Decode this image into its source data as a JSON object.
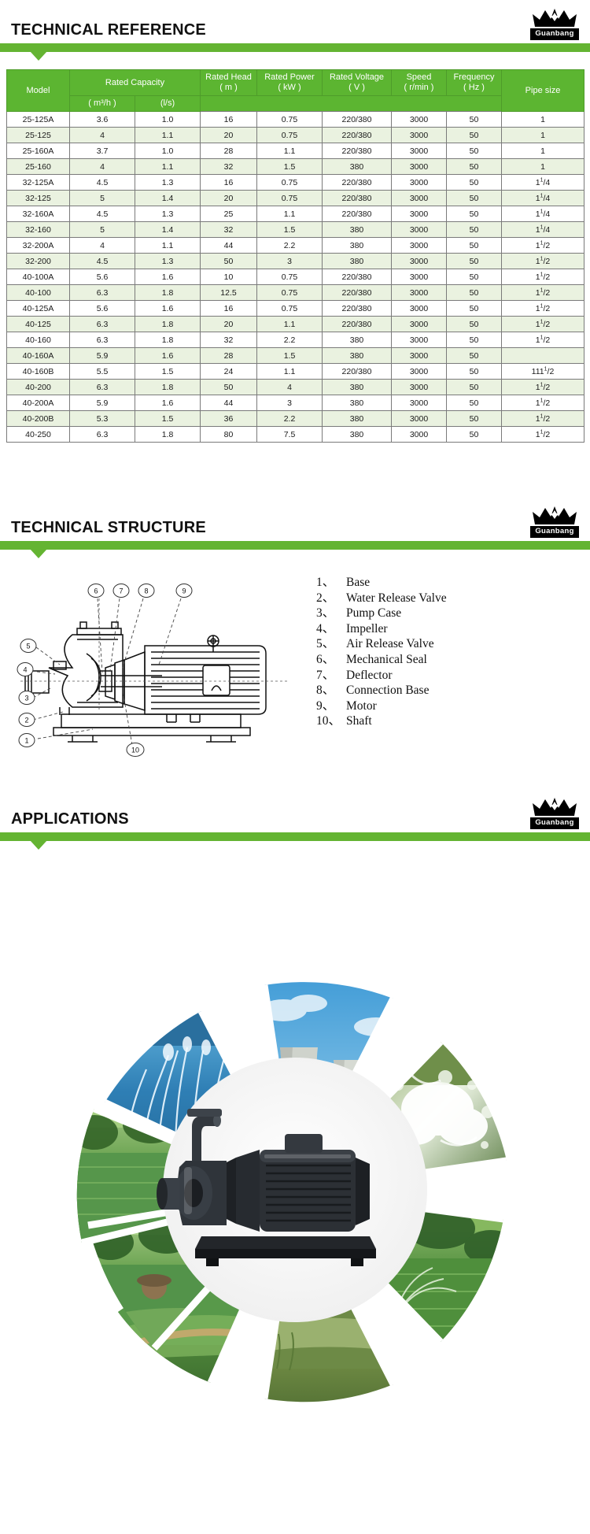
{
  "brand": {
    "name": "Guanbang",
    "accent": "#64b432",
    "header_green": "#5cb531",
    "row_alt": "#eaf2e0"
  },
  "sections": [
    {
      "id": "technical-reference",
      "title": "TECHNICAL REFERENCE"
    },
    {
      "id": "technical-structure",
      "title": "TECHNICAL STRUCTURE"
    },
    {
      "id": "applications",
      "title": "APPLICATIONS"
    }
  ],
  "spec_table": {
    "group_headers": [
      {
        "label": "Model",
        "rowspan": 2
      },
      {
        "label": "Rated Capacity",
        "colspan": 2
      },
      {
        "label": "Rated Head",
        "unit": "( m )"
      },
      {
        "label": "Rated Power",
        "unit": "( kW )"
      },
      {
        "label": "Rated Voltage",
        "unit": "( V )"
      },
      {
        "label": "Speed",
        "unit": "( r/min )"
      },
      {
        "label": "Frequency",
        "unit": "( Hz )"
      },
      {
        "label": "Pipe size",
        "rowspan": 2
      }
    ],
    "sub_headers": [
      "( m³/h )",
      "(l/s)"
    ],
    "columns": [
      "Model",
      "Capacity m3h",
      "Capacity ls",
      "Rated Head m",
      "Rated Power kW",
      "Rated Voltage V",
      "Speed rmin",
      "Frequency Hz",
      "Pipe size"
    ],
    "rows": [
      {
        "model": "25-125A",
        "m3h": "3.6",
        "ls": "1.0",
        "head": "16",
        "power": "0.75",
        "voltage": "220/380",
        "speed": "3000",
        "freq": "50",
        "pipe_whole": "1",
        "pipe_sup": "",
        "pipe_rest": ""
      },
      {
        "model": "25-125",
        "m3h": "4",
        "ls": "1.1",
        "head": "20",
        "power": "0.75",
        "voltage": "220/380",
        "speed": "3000",
        "freq": "50",
        "pipe_whole": "1",
        "pipe_sup": "",
        "pipe_rest": ""
      },
      {
        "model": "25-160A",
        "m3h": "3.7",
        "ls": "1.0",
        "head": "28",
        "power": "1.1",
        "voltage": "220/380",
        "speed": "3000",
        "freq": "50",
        "pipe_whole": "1",
        "pipe_sup": "",
        "pipe_rest": ""
      },
      {
        "model": "25-160",
        "m3h": "4",
        "ls": "1.1",
        "head": "32",
        "power": "1.5",
        "voltage": "380",
        "speed": "3000",
        "freq": "50",
        "pipe_whole": "1",
        "pipe_sup": "",
        "pipe_rest": ""
      },
      {
        "model": "32-125A",
        "m3h": "4.5",
        "ls": "1.3",
        "head": "16",
        "power": "0.75",
        "voltage": "220/380",
        "speed": "3000",
        "freq": "50",
        "pipe_whole": "1",
        "pipe_sup": "1",
        "pipe_rest": "/4"
      },
      {
        "model": "32-125",
        "m3h": "5",
        "ls": "1.4",
        "head": "20",
        "power": "0.75",
        "voltage": "220/380",
        "speed": "3000",
        "freq": "50",
        "pipe_whole": "1",
        "pipe_sup": "1",
        "pipe_rest": "/4"
      },
      {
        "model": "32-160A",
        "m3h": "4.5",
        "ls": "1.3",
        "head": "25",
        "power": "1.1",
        "voltage": "220/380",
        "speed": "3000",
        "freq": "50",
        "pipe_whole": "1",
        "pipe_sup": "1",
        "pipe_rest": "/4"
      },
      {
        "model": "32-160",
        "m3h": "5",
        "ls": "1.4",
        "head": "32",
        "power": "1.5",
        "voltage": "380",
        "speed": "3000",
        "freq": "50",
        "pipe_whole": "1",
        "pipe_sup": "1",
        "pipe_rest": "/4"
      },
      {
        "model": "32-200A",
        "m3h": "4",
        "ls": "1.1",
        "head": "44",
        "power": "2.2",
        "voltage": "380",
        "speed": "3000",
        "freq": "50",
        "pipe_whole": "1",
        "pipe_sup": "1",
        "pipe_rest": "/2"
      },
      {
        "model": "32-200",
        "m3h": "4.5",
        "ls": "1.3",
        "head": "50",
        "power": "3",
        "voltage": "380",
        "speed": "3000",
        "freq": "50",
        "pipe_whole": "1",
        "pipe_sup": "1",
        "pipe_rest": "/2"
      },
      {
        "model": "40-100A",
        "m3h": "5.6",
        "ls": "1.6",
        "head": "10",
        "power": "0.75",
        "voltage": "220/380",
        "speed": "3000",
        "freq": "50",
        "pipe_whole": "1",
        "pipe_sup": "1",
        "pipe_rest": "/2"
      },
      {
        "model": "40-100",
        "m3h": "6.3",
        "ls": "1.8",
        "head": "12.5",
        "power": "0.75",
        "voltage": "220/380",
        "speed": "3000",
        "freq": "50",
        "pipe_whole": "1",
        "pipe_sup": "1",
        "pipe_rest": "/2"
      },
      {
        "model": "40-125A",
        "m3h": "5.6",
        "ls": "1.6",
        "head": "16",
        "power": "0.75",
        "voltage": "220/380",
        "speed": "3000",
        "freq": "50",
        "pipe_whole": "1",
        "pipe_sup": "1",
        "pipe_rest": "/2"
      },
      {
        "model": "40-125",
        "m3h": "6.3",
        "ls": "1.8",
        "head": "20",
        "power": "1.1",
        "voltage": "220/380",
        "speed": "3000",
        "freq": "50",
        "pipe_whole": "1",
        "pipe_sup": "1",
        "pipe_rest": "/2"
      },
      {
        "model": "40-160",
        "m3h": "6.3",
        "ls": "1.8",
        "head": "32",
        "power": "2.2",
        "voltage": "380",
        "speed": "3000",
        "freq": "50",
        "pipe_whole": "1",
        "pipe_sup": "1",
        "pipe_rest": "/2"
      },
      {
        "model": "40-160A",
        "m3h": "5.9",
        "ls": "1.6",
        "head": "28",
        "power": "1.5",
        "voltage": "380",
        "speed": "3000",
        "freq": "50",
        "pipe_whole": "",
        "pipe_sup": "",
        "pipe_rest": ""
      },
      {
        "model": "40-160B",
        "m3h": "5.5",
        "ls": "1.5",
        "head": "24",
        "power": "1.1",
        "voltage": "220/380",
        "speed": "3000",
        "freq": "50",
        "pipe_whole": "111",
        "pipe_sup": "1",
        "pipe_rest": "/2"
      },
      {
        "model": "40-200",
        "m3h": "6.3",
        "ls": "1.8",
        "head": "50",
        "power": "4",
        "voltage": "380",
        "speed": "3000",
        "freq": "50",
        "pipe_whole": "1",
        "pipe_sup": "1",
        "pipe_rest": "/2"
      },
      {
        "model": "40-200A",
        "m3h": "5.9",
        "ls": "1.6",
        "head": "44",
        "power": "3",
        "voltage": "380",
        "speed": "3000",
        "freq": "50",
        "pipe_whole": "1",
        "pipe_sup": "1",
        "pipe_rest": "/2"
      },
      {
        "model": "40-200B",
        "m3h": "5.3",
        "ls": "1.5",
        "head": "36",
        "power": "2.2",
        "voltage": "380",
        "speed": "3000",
        "freq": "50",
        "pipe_whole": "1",
        "pipe_sup": "1",
        "pipe_rest": "/2"
      },
      {
        "model": "40-250",
        "m3h": "6.3",
        "ls": "1.8",
        "head": "80",
        "power": "7.5",
        "voltage": "380",
        "speed": "3000",
        "freq": "50",
        "pipe_whole": "1",
        "pipe_sup": "1",
        "pipe_rest": "/2"
      }
    ]
  },
  "structure": {
    "callouts": [
      "1",
      "2",
      "3",
      "4",
      "5",
      "6",
      "7",
      "8",
      "9",
      "10"
    ],
    "parts": [
      {
        "num": "1、",
        "label": "Base"
      },
      {
        "num": "2、",
        "label": "Water Release Valve"
      },
      {
        "num": "3、",
        "label": "Pump Case"
      },
      {
        "num": "4、",
        "label": "Impeller"
      },
      {
        "num": "5、",
        "label": "Air Release Valve"
      },
      {
        "num": "6、",
        "label": "Mechanical Seal"
      },
      {
        "num": "7、",
        "label": "Deflector"
      },
      {
        "num": "8、",
        "label": "Connection Base"
      },
      {
        "num": "9、",
        "label": "Motor"
      },
      {
        "num": "10、",
        "label": "Shaft"
      }
    ]
  },
  "applications": {
    "center_label": "centrifugal-pump-product-photo",
    "tiles": [
      {
        "name": "fountain-water-jets",
        "palette": [
          "#2e6ea6",
          "#7fc3e8",
          "#e9f4fb",
          "#3f7f44"
        ]
      },
      {
        "name": "cooling-towers-sky",
        "palette": [
          "#5aa9dd",
          "#cfd6d2",
          "#9aa39c",
          "#e8ecea"
        ]
      },
      {
        "name": "splashing-clean-water",
        "palette": [
          "#6f8f4a",
          "#dce9d2",
          "#ffffff",
          "#43632c"
        ]
      },
      {
        "name": "garden-irrigation",
        "palette": [
          "#3f7a35",
          "#95c36a",
          "#d8e8c0",
          "#6b5233"
        ]
      },
      {
        "name": "river-wetland-sunset",
        "palette": [
          "#7a9c46",
          "#c9d98a",
          "#e7d9a0",
          "#4c6b2f"
        ]
      },
      {
        "name": "park-lawn-pathway",
        "palette": [
          "#4b8a3a",
          "#a6cf7c",
          "#d9e8bf",
          "#6d5a3a"
        ]
      }
    ]
  }
}
